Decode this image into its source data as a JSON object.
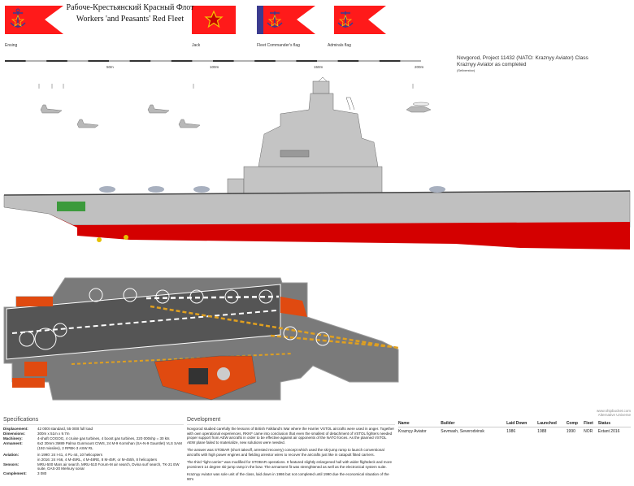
{
  "header": {
    "title_ru": "Рабоче-Крестьянский Красный Флот",
    "title_en": "Workers 'and Peasants' Red Fleet"
  },
  "flags": [
    {
      "label": "Ensing",
      "type": "ensign"
    },
    {
      "label": "Jack",
      "type": "jack"
    },
    {
      "label": "Fleet Commander's flag",
      "type": "fleet-commander"
    },
    {
      "label": "Admirals flag",
      "type": "admiral"
    }
  ],
  "colors": {
    "red": "#ff1a1a",
    "navy": "#3b3b8f",
    "gold": "#f5c400",
    "hull_grey": "#c0c0c0",
    "hull_red": "#d40000",
    "deck_grey": "#6e6e6e",
    "deck_orange": "#e04a10"
  },
  "scale": {
    "labels": [
      "50m",
      "100m",
      "150m",
      "200m"
    ]
  },
  "ship_class": {
    "line1": "Novgorod, Project 11432 (NATO: Kraznyy Aviator) Class",
    "line2": "Kraznyy Aviator as completed",
    "line3": "(Seliverstov)"
  },
  "specifications": {
    "heading": "Specifications",
    "rows": [
      {
        "k": "Displacement:",
        "v": "42 000t standard, 55 000t full load"
      },
      {
        "k": "Dimensions:",
        "v": "300m x 51m x 9.7m"
      },
      {
        "k": "Machinery:",
        "v": "4-shaft COGOG, 4 cruise gas turbines, 4 boost gas turbines, 220 000shp = 30 kts"
      },
      {
        "k": "Armament:",
        "v": "6x2 30mm 3M89 Palma Gunmount CIWS, 24 M-9 Kornshan (SA-N-9 Gauntlet) VLS SAM (192 missiles), 2 RPBK-3 ASW RL"
      },
      {
        "k": "Aviation:",
        "v": "in 1990: 24 I-41, 4 PL-44, 10 helicopters\nin 2016: 24 I-56, 4 M-45RL, 4 M-48RE, 8 M-45R, or M-455h, 8 helicopters"
      },
      {
        "k": "Sensors:",
        "v": "MRU-500 Mars air search, MRU-510 Forum-M air search, Dvina surf search, TK-21 EW suite, GAS-20 Merkury sonar"
      },
      {
        "k": "Complement:",
        "v": "3 080"
      }
    ]
  },
  "development": {
    "heading": "Development",
    "paragraphs": [
      "Novgorod studied carefully the lessons of British Falkland's War where the Harrier VSTOL aircrafts were used in anger. Together with own operational experiences, RKKF came into conclusion that even the smallest of detachment of VSTOL fighters needed proper support from AEW aircrafts in order to be effective against air opponents of the NATO forces. As the planned VSTOL AEW plane failed to materialize, new solutions were needed.",
      "The answer was STOBAR (short takeoff, arrested recovery) concept which used the ski-jump ramp to launch conventional aircrafts with high power engines and fielding arrestor wires to recover the aircrafts just like in catapult fitted carriers.",
      "The third \"light carrier\" was modified for STOBAR operations. It featured slightly enlargened hull with wider flightdeck and more prominent 14 degree ski-jump ramp in the bow. The armament fit was strenghtened as well as the electronical system suite.",
      "Kraznyy Aviator was sole unit of the class, laid down in 1986 but not completed until 1990 due the economical situation of the 90's"
    ]
  },
  "credit": {
    "line1": "www.shipbucket.com",
    "line2": "Alternative Universe"
  },
  "ships_table": {
    "headers": [
      "Name",
      "Builder",
      "Laid Down",
      "Launched",
      "Comp",
      "Fleet",
      "Status"
    ],
    "rows": [
      [
        "Kraznyy Aviator",
        "Sevmash, Severodvinsk",
        "1986",
        "1988",
        "1990",
        "NOR",
        "Extant 2016"
      ]
    ]
  }
}
